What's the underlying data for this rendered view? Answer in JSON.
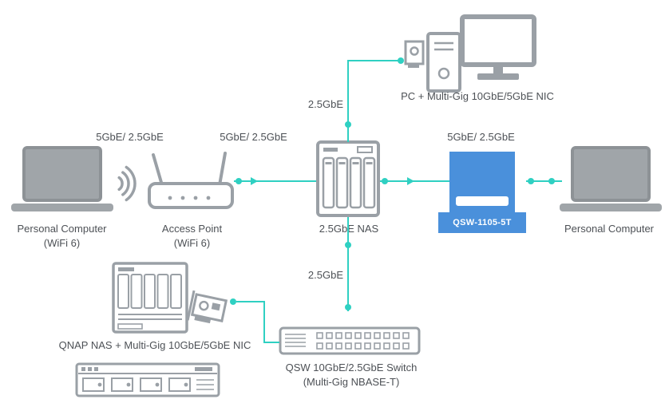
{
  "colors": {
    "teal": "#2fd0c2",
    "device_gray": "#9aa0a6",
    "text": "#4d5156",
    "blue": "#4a90db"
  },
  "nodes": {
    "pc_left": {
      "line1": "Personal Computer",
      "line2": "(WiFi 6)"
    },
    "ap": {
      "line1": "Access Point",
      "line2": "(WiFi 6)"
    },
    "nas": {
      "label": "2.5GbE NAS"
    },
    "pc_top": {
      "label": "PC + Multi-Gig 10GbE/5GbE NIC"
    },
    "blue_switch": {
      "model": "QSW-1105-5T"
    },
    "pc_right": {
      "label": "Personal Computer"
    },
    "rack_switch": {
      "line1": "QSW 10GbE/2.5GbE Switch",
      "line2": "(Multi-Gig NBASE-T)"
    },
    "nas_nic": {
      "label": "QNAP NAS + Multi-Gig 10GbE/5GbE NIC"
    }
  },
  "links": {
    "wifi_speed": "5GbE/ 2.5GbE",
    "ap_nas_speed": "5GbE/ 2.5GbE",
    "nas_sw_speed": "5GbE/ 2.5GbE",
    "nas_pc_speed": "2.5GbE",
    "nas_qsw_speed": "2.5GbE"
  }
}
